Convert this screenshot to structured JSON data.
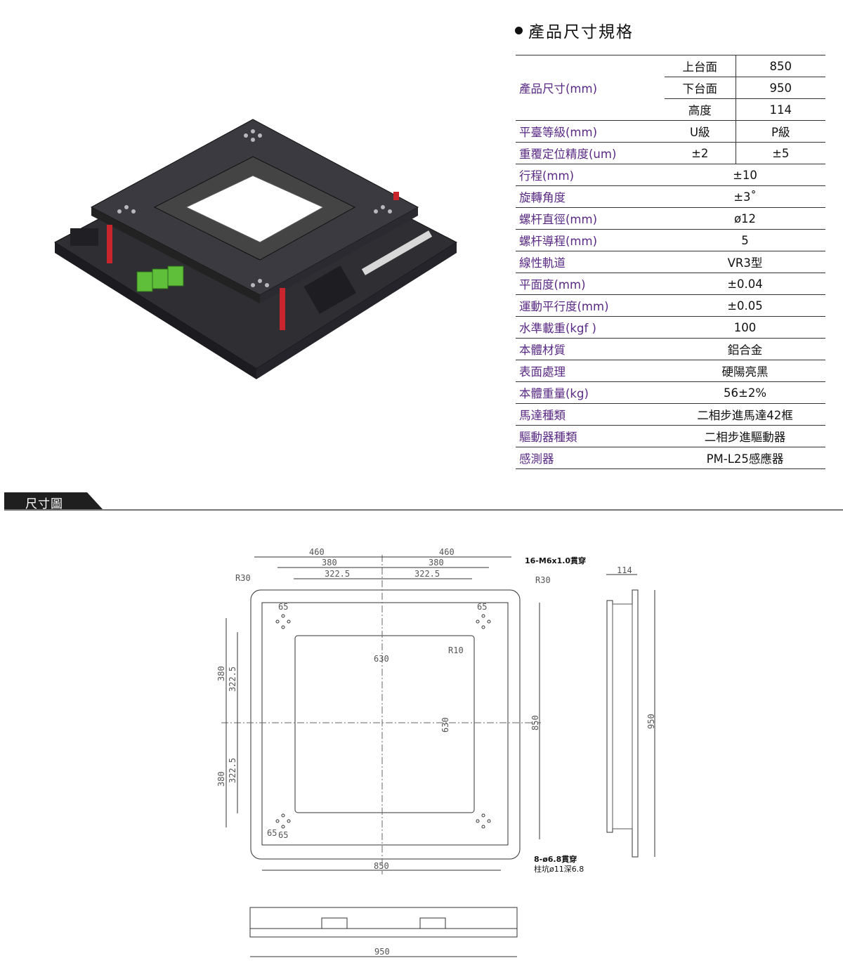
{
  "spec": {
    "heading": "產品尺寸規格",
    "rows": [
      {
        "label": "",
        "sub": "上台面",
        "value": "850"
      },
      {
        "label": "產品尺寸(mm)",
        "sub": "下台面",
        "value": "950"
      },
      {
        "label": "",
        "sub": "高度",
        "value": "114"
      },
      {
        "label": "平臺等級(mm)",
        "sub": "U級",
        "value": "P級"
      },
      {
        "label": "重覆定位精度(um)",
        "sub": "±2",
        "value": "±5"
      },
      {
        "label": "行程(mm)",
        "value": "±10"
      },
      {
        "label": "旋轉角度",
        "value": "±3˚"
      },
      {
        "label": "螺杆直徑(mm)",
        "value": "ø12"
      },
      {
        "label": "螺杆導程(mm)",
        "value": "5"
      },
      {
        "label": "線性軌道",
        "value": "VR3型"
      },
      {
        "label": "平面度(mm)",
        "value": "±0.04"
      },
      {
        "label": "運動平行度(mm)",
        "value": "±0.05"
      },
      {
        "label": "水準載重(kgf )",
        "value": "100"
      },
      {
        "label": "本體材質",
        "value": "鋁合金"
      },
      {
        "label": "表面處理",
        "value": "硬陽亮黑"
      },
      {
        "label": "本體重量(kg)",
        "value": "56±2%"
      },
      {
        "label": "馬達種類",
        "value": "二相步進馬達42框"
      },
      {
        "label": "驅動器種類",
        "value": "二相步進驅動器"
      },
      {
        "label": "感測器",
        "value": "PM-L25感應器"
      }
    ]
  },
  "section": {
    "title": "尺寸圖"
  },
  "drawing": {
    "top_dims": [
      "460",
      "460",
      "380",
      "380",
      "322.5",
      "322.5"
    ],
    "r30_left": "R30",
    "r30_right": "R30",
    "holes_note": "16-M6x1.0貫穿",
    "hole_65": [
      "65",
      "65",
      "65",
      "65"
    ],
    "r10": "R10",
    "center_630_h": "630",
    "center_630_v": "630",
    "left_dims": [
      "380",
      "322.5",
      "380",
      "322.5"
    ],
    "right_850": "850",
    "bottom_850": "850",
    "bottom_note_1": "8-ø6.8貫穿",
    "bottom_note_2": "柱坑ø11深6.8",
    "side_114": "114",
    "side_950": "950",
    "front_950": "950"
  },
  "colors": {
    "label": "#5a2a84",
    "tab": "#1f1f1f",
    "plate": "#2e2e33",
    "accent_red": "#c8262c",
    "terminal_green": "#5fbf3a"
  }
}
